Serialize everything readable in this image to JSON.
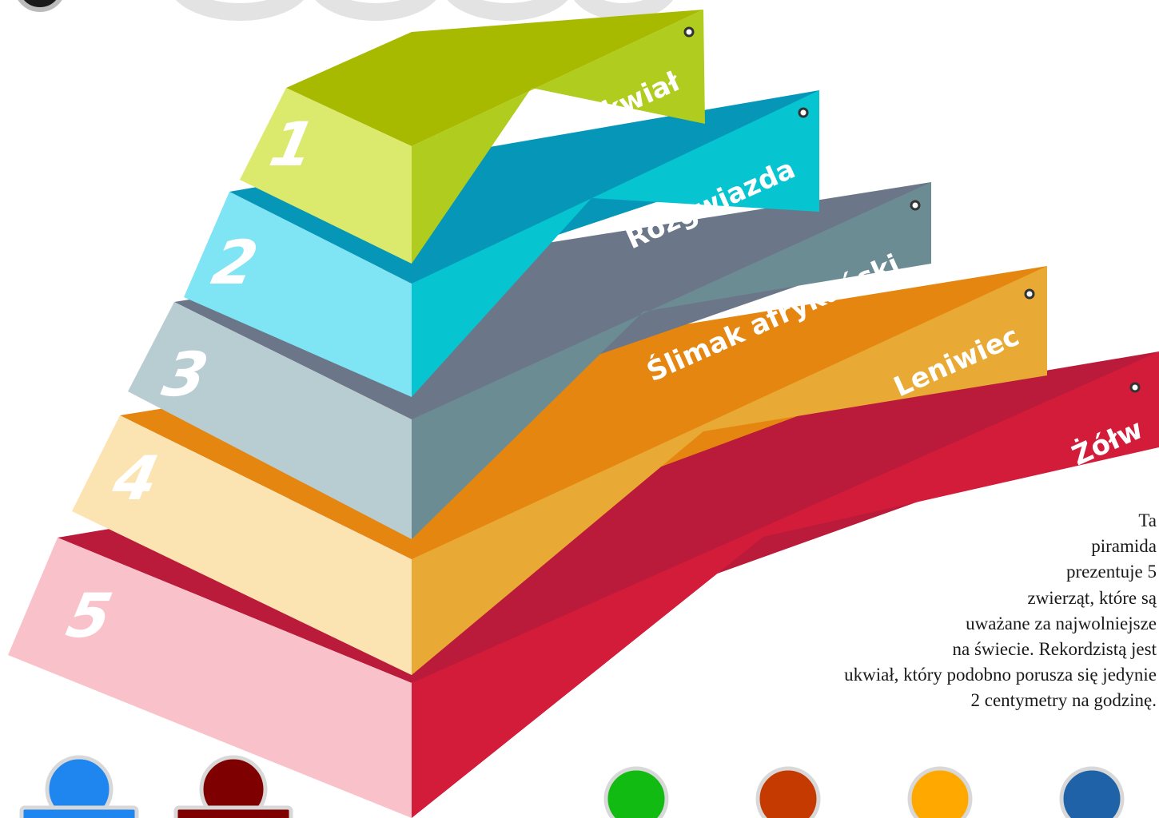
{
  "pyramid": {
    "tiers": [
      {
        "number": "1",
        "label": "Ukwiał",
        "banner_color": "#b0cc1e",
        "face_color": "#dbe96c",
        "top_color": "#a8ba00"
      },
      {
        "number": "2",
        "label": "Rozgwiazda",
        "banner_color": "#07c4d1",
        "face_color": "#7fe4f3",
        "top_color": "#0596b8"
      },
      {
        "number": "3",
        "label": "Ślimak afrykański",
        "banner_color": "#6c8c94",
        "face_color": "#b8cdd2",
        "top_color": "#6b7689"
      },
      {
        "number": "4",
        "label": "Leniwiec",
        "banner_color": "#e8aa35",
        "face_color": "#fce4b2",
        "top_color": "#e48610"
      },
      {
        "number": "5",
        "label": "Żółw",
        "banner_color": "#d31b3a",
        "face_color": "#f9c2ca",
        "top_color": "#ba1b3b"
      }
    ]
  },
  "description": {
    "lines": [
      "Ta",
      "piramida",
      "prezentuje 5",
      "zwierząt, które są",
      "uważane za najwolniejsze",
      "na świecie. Rekordzistą jest",
      "ukwiał, który podobno porusza się jedynie",
      "2 centymetry na godzinę."
    ]
  },
  "icons": {
    "person_colors": [
      "#1f86f0",
      "#7e0000"
    ],
    "dot_colors": [
      "#11bb11",
      "#c43a00",
      "#ffa800",
      "#1f62a8"
    ]
  }
}
